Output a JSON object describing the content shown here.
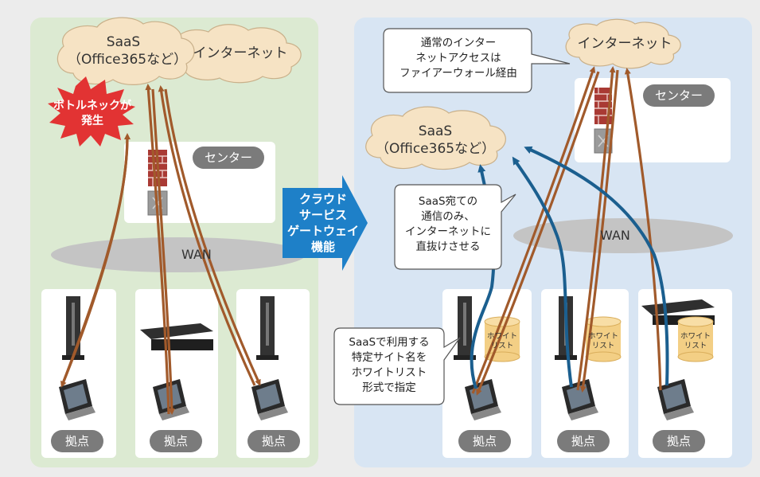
{
  "left": {
    "saas_cloud": [
      "SaaS",
      "（Office365など）"
    ],
    "internet_cloud": "インターネット",
    "bottleneck": [
      "ボトルネックが",
      "発生"
    ],
    "center_label": "センター",
    "wan_label": "WAN",
    "site_labels": [
      "拠点",
      "拠点",
      "拠点"
    ]
  },
  "transition_arrow": [
    "クラウド",
    "サービス",
    "ゲートウェイ",
    "機能"
  ],
  "right": {
    "callout_top": [
      "通常のインター",
      "ネットアクセスは",
      "ファイアーウォール経由"
    ],
    "internet_cloud": "インターネット",
    "center_label": "センター",
    "saas_cloud": [
      "SaaS",
      "（Office365など）"
    ],
    "callout_mid": [
      "SaaS宛ての",
      "通信のみ、",
      "インターネットに",
      "直抜けさせる"
    ],
    "wan_label": "WAN",
    "callout_bottom": [
      "SaaSで利用する",
      "特定サイト名を",
      "ホワイトリスト",
      "形式で指定"
    ],
    "whitelist_label": [
      "ホワイト",
      "リスト"
    ],
    "site_labels": [
      "拠点",
      "拠点",
      "拠点"
    ]
  },
  "colors": {
    "left_panel": "#dcead2",
    "right_panel": "#d8e5f3",
    "cloud_fill": "#f6e3c4",
    "wan_fill": "#c4c4c4",
    "internet_arrow": "#a15a2b",
    "saas_arrow": "#1b5f8f",
    "bottleneck_burst": "#e23333",
    "gateway_arrow": "#1e80c8",
    "whitelist_db": "#f3cf85"
  }
}
